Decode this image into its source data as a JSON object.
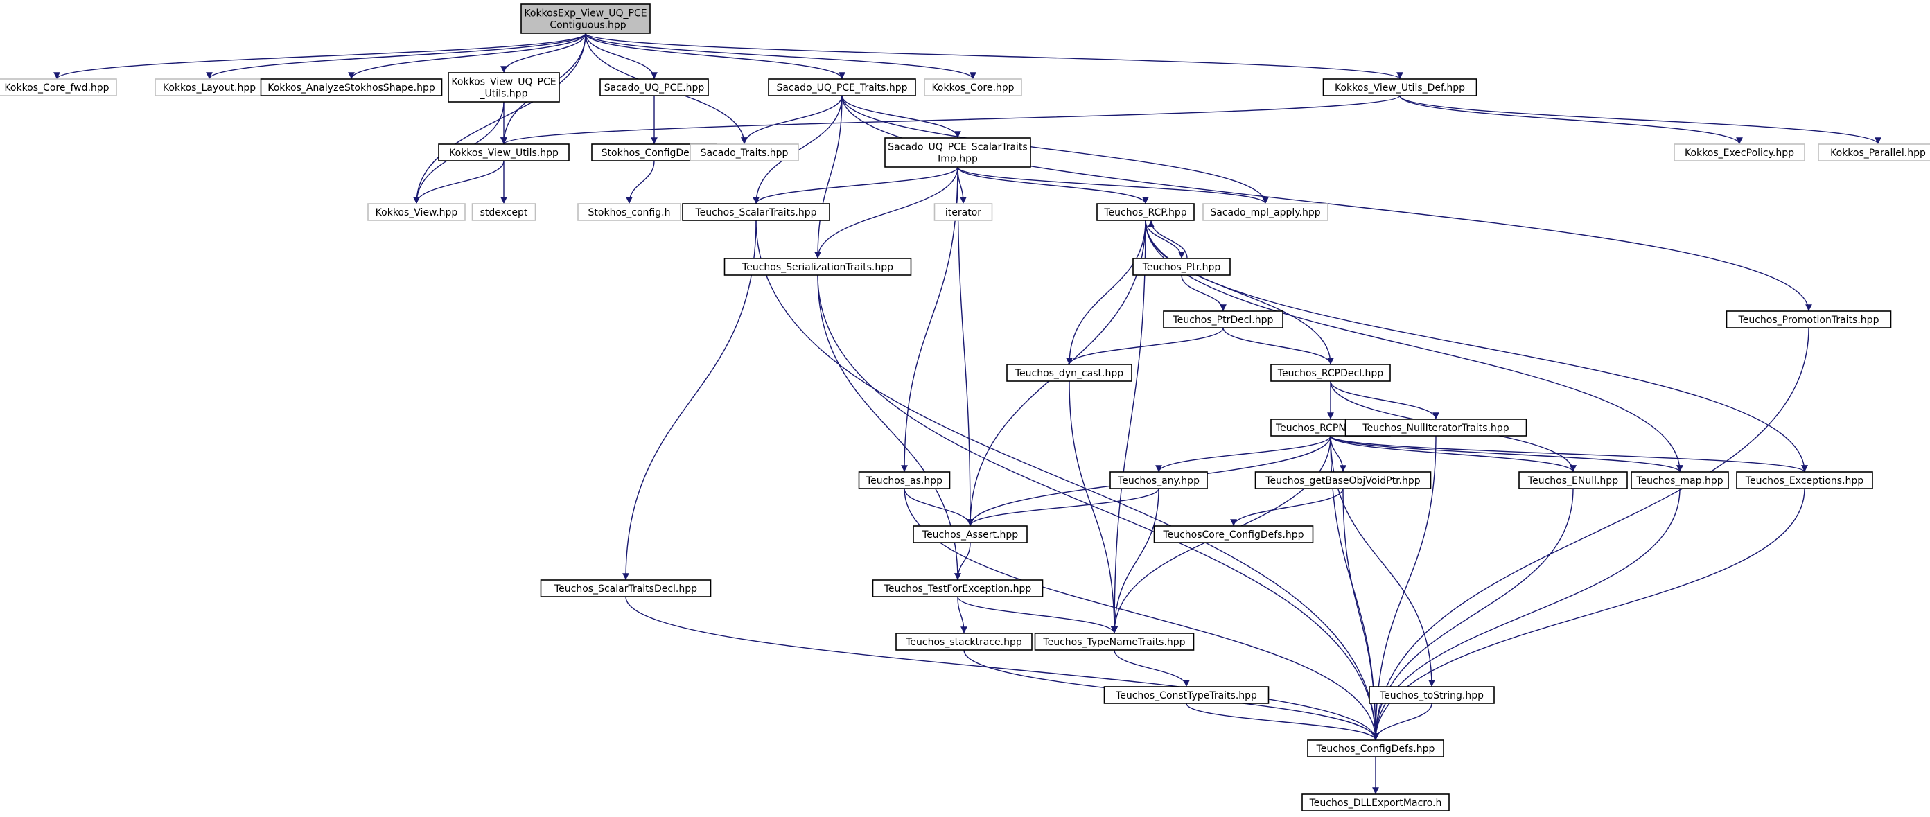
{
  "diagram": {
    "type": "include-dependency-graph",
    "colors": {
      "root_fill": "#bfbfbf",
      "node_border": "#000000",
      "external_border": "#bfbfbf",
      "edge": "#191970",
      "text": "#000000"
    },
    "nodes": [
      {
        "id": "root",
        "label": "KokkosExp_View_UQ_PCE\n_Contiguous.hpp",
        "style": "root"
      },
      {
        "id": "core_fwd",
        "label": "Kokkos_Core_fwd.hpp",
        "style": "external"
      },
      {
        "id": "layout",
        "label": "Kokkos_Layout.hpp",
        "style": "external"
      },
      {
        "id": "analyze",
        "label": "Kokkos_AnalyzeStokhosShape.hpp",
        "style": "normal"
      },
      {
        "id": "view_uq_utils",
        "label": "Kokkos_View_UQ_PCE\n_Utils.hpp",
        "style": "normal"
      },
      {
        "id": "sacado_uq_pce",
        "label": "Sacado_UQ_PCE.hpp",
        "style": "normal"
      },
      {
        "id": "sacado_uq_traits",
        "label": "Sacado_UQ_PCE_Traits.hpp",
        "style": "normal"
      },
      {
        "id": "kokkos_core",
        "label": "Kokkos_Core.hpp",
        "style": "external"
      },
      {
        "id": "view_utils_def",
        "label": "Kokkos_View_Utils_Def.hpp",
        "style": "normal"
      },
      {
        "id": "view_utils",
        "label": "Kokkos_View_Utils.hpp",
        "style": "normal"
      },
      {
        "id": "stokhos_configdefs",
        "label": "Stokhos_ConfigDefs.h",
        "style": "normal"
      },
      {
        "id": "sacado_traits",
        "label": "Sacado_Traits.hpp",
        "style": "external"
      },
      {
        "id": "scalartraits_imp",
        "label": "Sacado_UQ_PCE_ScalarTraits\nImp.hpp",
        "style": "normal"
      },
      {
        "id": "exec_policy",
        "label": "Kokkos_ExecPolicy.hpp",
        "style": "external"
      },
      {
        "id": "parallel",
        "label": "Kokkos_Parallel.hpp",
        "style": "external"
      },
      {
        "id": "kokkos_view",
        "label": "Kokkos_View.hpp",
        "style": "external"
      },
      {
        "id": "stdexcept",
        "label": "stdexcept",
        "style": "external"
      },
      {
        "id": "stokhos_config",
        "label": "Stokhos_config.h",
        "style": "external"
      },
      {
        "id": "scalartraits",
        "label": "Teuchos_ScalarTraits.hpp",
        "style": "normal"
      },
      {
        "id": "iterator",
        "label": "iterator",
        "style": "external"
      },
      {
        "id": "rcp",
        "label": "Teuchos_RCP.hpp",
        "style": "normal"
      },
      {
        "id": "mpl_apply",
        "label": "Sacado_mpl_apply.hpp",
        "style": "external"
      },
      {
        "id": "serialization",
        "label": "Teuchos_SerializationTraits.hpp",
        "style": "normal"
      },
      {
        "id": "ptr",
        "label": "Teuchos_Ptr.hpp",
        "style": "normal"
      },
      {
        "id": "ptrdecl",
        "label": "Teuchos_PtrDecl.hpp",
        "style": "normal"
      },
      {
        "id": "promotion",
        "label": "Teuchos_PromotionTraits.hpp",
        "style": "normal"
      },
      {
        "id": "dyn_cast",
        "label": "Teuchos_dyn_cast.hpp",
        "style": "normal"
      },
      {
        "id": "rcpdecl",
        "label": "Teuchos_RCPDecl.hpp",
        "style": "normal"
      },
      {
        "id": "rcpnode",
        "label": "Teuchos_RCPNode.hpp",
        "style": "normal"
      },
      {
        "id": "nulliter",
        "label": "Teuchos_NullIteratorTraits.hpp",
        "style": "normal"
      },
      {
        "id": "as",
        "label": "Teuchos_as.hpp",
        "style": "normal"
      },
      {
        "id": "any",
        "label": "Teuchos_any.hpp",
        "style": "normal"
      },
      {
        "id": "getbase",
        "label": "Teuchos_getBaseObjVoidPtr.hpp",
        "style": "normal"
      },
      {
        "id": "enull",
        "label": "Teuchos_ENull.hpp",
        "style": "normal"
      },
      {
        "id": "map",
        "label": "Teuchos_map.hpp",
        "style": "normal"
      },
      {
        "id": "exceptions",
        "label": "Teuchos_Exceptions.hpp",
        "style": "normal"
      },
      {
        "id": "assert",
        "label": "Teuchos_Assert.hpp",
        "style": "normal"
      },
      {
        "id": "teuchoscore_cfg",
        "label": "TeuchosCore_ConfigDefs.hpp",
        "style": "normal"
      },
      {
        "id": "scalartraitsdecl",
        "label": "Teuchos_ScalarTraitsDecl.hpp",
        "style": "normal"
      },
      {
        "id": "testforexc",
        "label": "Teuchos_TestForException.hpp",
        "style": "normal"
      },
      {
        "id": "stacktrace",
        "label": "Teuchos_stacktrace.hpp",
        "style": "normal"
      },
      {
        "id": "typename",
        "label": "Teuchos_TypeNameTraits.hpp",
        "style": "normal"
      },
      {
        "id": "consttype",
        "label": "Teuchos_ConstTypeTraits.hpp",
        "style": "normal"
      },
      {
        "id": "tostring",
        "label": "Teuchos_toString.hpp",
        "style": "normal"
      },
      {
        "id": "configdefs",
        "label": "Teuchos_ConfigDefs.hpp",
        "style": "normal"
      },
      {
        "id": "dllexport",
        "label": "Teuchos_DLLExportMacro.h",
        "style": "normal"
      }
    ],
    "edges": [
      [
        "root",
        "core_fwd"
      ],
      [
        "root",
        "layout"
      ],
      [
        "root",
        "analyze"
      ],
      [
        "root",
        "view_uq_utils"
      ],
      [
        "root",
        "sacado_uq_pce"
      ],
      [
        "root",
        "sacado_uq_traits"
      ],
      [
        "root",
        "kokkos_core"
      ],
      [
        "root",
        "view_utils_def"
      ],
      [
        "root",
        "kokkos_view"
      ],
      [
        "root",
        "view_utils"
      ],
      [
        "root",
        "sacado_traits"
      ],
      [
        "view_uq_utils",
        "view_utils"
      ],
      [
        "view_uq_utils",
        "kokkos_view"
      ],
      [
        "view_utils",
        "kokkos_view"
      ],
      [
        "view_utils",
        "stdexcept"
      ],
      [
        "sacado_uq_pce",
        "stokhos_configdefs"
      ],
      [
        "stokhos_configdefs",
        "stokhos_config"
      ],
      [
        "sacado_uq_traits",
        "sacado_traits"
      ],
      [
        "sacado_uq_traits",
        "scalartraits_imp"
      ],
      [
        "sacado_uq_traits",
        "scalartraits"
      ],
      [
        "sacado_uq_traits",
        "serialization"
      ],
      [
        "sacado_uq_traits",
        "mpl_apply"
      ],
      [
        "sacado_uq_traits",
        "promotion"
      ],
      [
        "view_utils_def",
        "view_utils"
      ],
      [
        "view_utils_def",
        "exec_policy"
      ],
      [
        "view_utils_def",
        "parallel"
      ],
      [
        "scalartraits_imp",
        "scalartraits"
      ],
      [
        "scalartraits_imp",
        "serialization"
      ],
      [
        "scalartraits_imp",
        "iterator"
      ],
      [
        "scalartraits_imp",
        "rcp"
      ],
      [
        "scalartraits_imp",
        "mpl_apply"
      ],
      [
        "scalartraits_imp",
        "as"
      ],
      [
        "scalartraits_imp",
        "assert"
      ],
      [
        "scalartraits",
        "scalartraitsdecl"
      ],
      [
        "scalartraits",
        "configdefs"
      ],
      [
        "serialization",
        "testforexc"
      ],
      [
        "serialization",
        "configdefs"
      ],
      [
        "rcp",
        "ptr"
      ],
      [
        "ptr",
        "rcp"
      ],
      [
        "rcp",
        "dyn_cast"
      ],
      [
        "rcp",
        "rcpdecl"
      ],
      [
        "rcp",
        "typename"
      ],
      [
        "rcp",
        "map"
      ],
      [
        "rcp",
        "exceptions"
      ],
      [
        "rcp",
        "assert"
      ],
      [
        "ptr",
        "ptrdecl"
      ],
      [
        "ptrdecl",
        "dyn_cast"
      ],
      [
        "ptrdecl",
        "rcpdecl"
      ],
      [
        "rcpdecl",
        "rcpnode"
      ],
      [
        "rcpdecl",
        "nulliter"
      ],
      [
        "rcpdecl",
        "enull"
      ],
      [
        "dyn_cast",
        "typename"
      ],
      [
        "rcpnode",
        "any"
      ],
      [
        "rcpnode",
        "getbase"
      ],
      [
        "rcpnode",
        "enull"
      ],
      [
        "rcpnode",
        "map"
      ],
      [
        "rcpnode",
        "exceptions"
      ],
      [
        "rcpnode",
        "assert"
      ],
      [
        "rcpnode",
        "typename"
      ],
      [
        "rcpnode",
        "tostring"
      ],
      [
        "rcpnode",
        "configdefs"
      ],
      [
        "nulliter",
        "configdefs"
      ],
      [
        "promotion",
        "configdefs"
      ],
      [
        "as",
        "assert"
      ],
      [
        "as",
        "configdefs"
      ],
      [
        "any",
        "assert"
      ],
      [
        "any",
        "typename"
      ],
      [
        "getbase",
        "teuchoscore_cfg"
      ],
      [
        "getbase",
        "configdefs"
      ],
      [
        "enull",
        "configdefs"
      ],
      [
        "map",
        "configdefs"
      ],
      [
        "exceptions",
        "configdefs"
      ],
      [
        "assert",
        "testforexc"
      ],
      [
        "testforexc",
        "stacktrace"
      ],
      [
        "testforexc",
        "typename"
      ],
      [
        "stacktrace",
        "configdefs"
      ],
      [
        "typename",
        "consttype"
      ],
      [
        "consttype",
        "configdefs"
      ],
      [
        "tostring",
        "configdefs"
      ],
      [
        "scalartraitsdecl",
        "configdefs"
      ],
      [
        "configdefs",
        "dllexport"
      ]
    ]
  }
}
